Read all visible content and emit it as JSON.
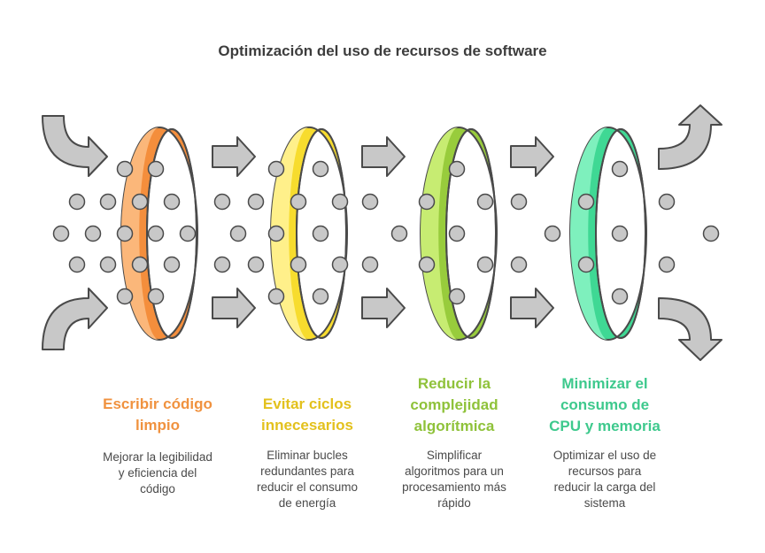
{
  "title": "Optimización del uso de recursos de software",
  "colors": {
    "dot": "#c8c8c8",
    "dot_stroke": "#4a4a4a",
    "arrow": "#c8c8c8",
    "arrow_stroke": "#4a4a4a"
  },
  "stages": [
    {
      "title_lines": [
        "Escribir código",
        "limpio"
      ],
      "desc_lines": [
        "Mejorar la legibilidad",
        "y eficiencia del",
        "código"
      ],
      "color": "#f0923f",
      "ring_light": "#fbb77a",
      "ring_dark": "#f48e3c"
    },
    {
      "title_lines": [
        "Evitar ciclos",
        "innecesarios"
      ],
      "desc_lines": [
        "Eliminar bucles",
        "redundantes para",
        "reducir el consumo",
        "de energía"
      ],
      "color": "#e3c11d",
      "ring_light": "#fff08a",
      "ring_dark": "#f7dc2e"
    },
    {
      "title_lines": [
        "Reducir la",
        "complejidad",
        "algorítmica"
      ],
      "desc_lines": [
        "Simplificar",
        "algoritmos para un",
        "procesamiento más",
        "rápido"
      ],
      "color": "#8fc23a",
      "ring_light": "#c7ec72",
      "ring_dark": "#98cc3c"
    },
    {
      "title_lines": [
        "Minimizar el",
        "consumo de",
        "CPU y memoria"
      ],
      "desc_lines": [
        "Optimizar el uso de",
        "recursos para",
        "reducir la carga del",
        "sistema"
      ],
      "color": "#3ec98d",
      "ring_light": "#7ef0bd",
      "ring_dark": "#3fd894"
    }
  ]
}
